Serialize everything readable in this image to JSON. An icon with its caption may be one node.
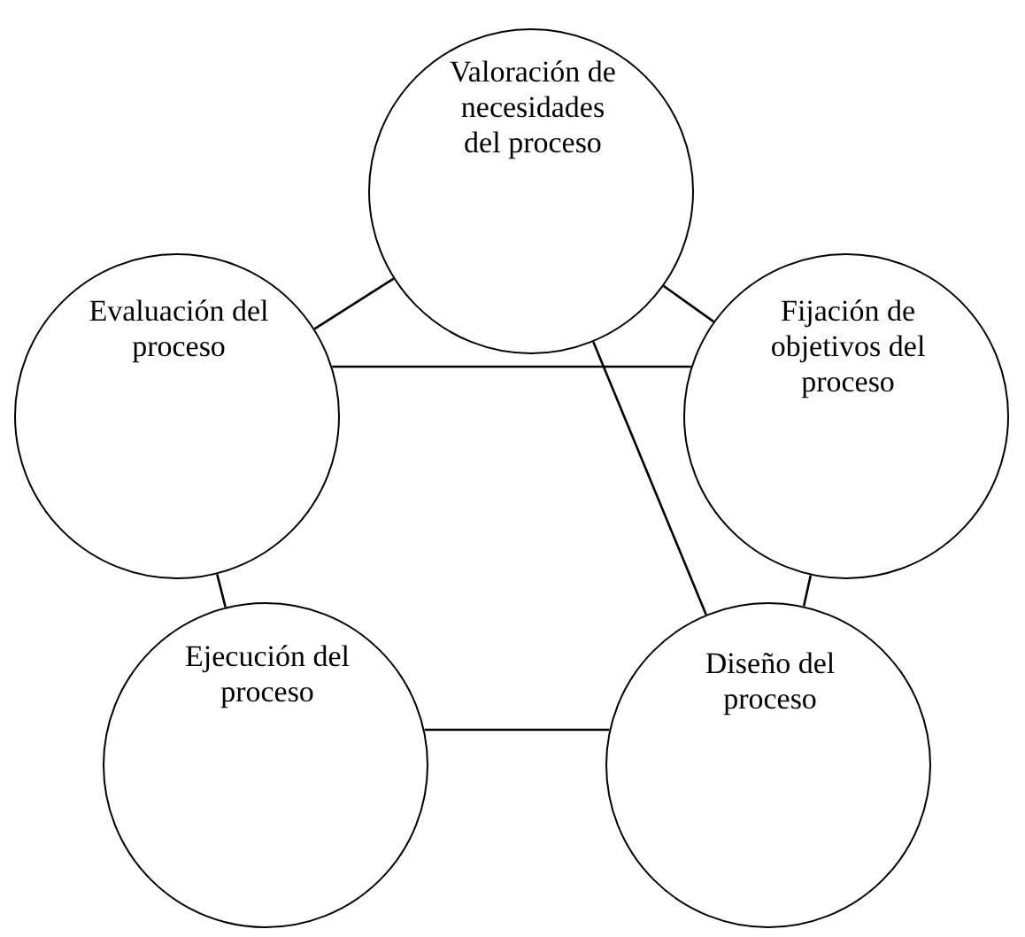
{
  "diagram": {
    "nodes": [
      {
        "text": [
          "Valoración de necesidades del proceso"
        ]
      },
      {
        "text": [
          "Evaluación del proceso"
        ]
      },
      {
        "text": [
          "Fijación de objetivos del proceso"
        ]
      },
      {
        "text": [
          "Ejecución del proceso"
        ]
      },
      {
        "text": [
          "Diseño del proceso"
        ]
      }
    ],
    "edges": [
      {
        "from": 0,
        "to": 1,
        "arrow": "none"
      },
      {
        "from": 0,
        "to": 2,
        "arrow": "none"
      },
      {
        "from": 1,
        "to": 2,
        "arrow": "none"
      },
      {
        "from": 0,
        "to": 4,
        "arrow": "none"
      },
      {
        "from": 1,
        "to": 3,
        "arrow": "none"
      },
      {
        "from": 2,
        "to": 4,
        "arrow": "none"
      },
      {
        "from": 3,
        "to": 4,
        "arrow": "none"
      }
    ]
  }
}
